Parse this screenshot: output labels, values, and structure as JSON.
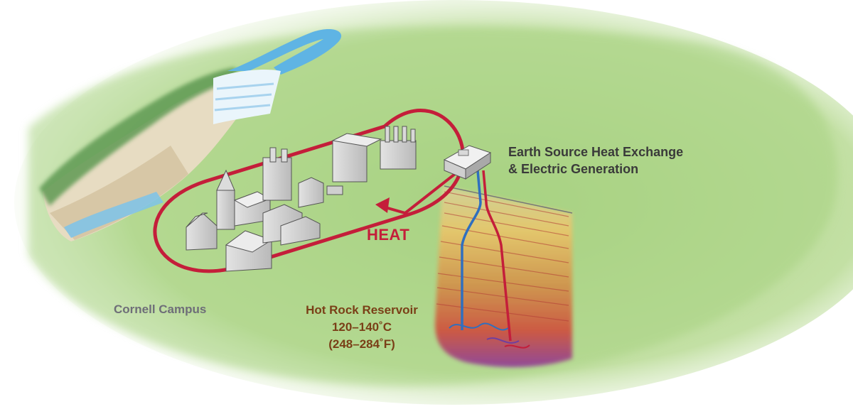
{
  "labels": {
    "exchange_line1": "Earth Source Heat Exchange",
    "exchange_line2": "& Electric Generation",
    "heat": "HEAT",
    "campus": "Cornell Campus",
    "reservoir_title": "Hot Rock Reservoir",
    "reservoir_celsius": "120–140˚C",
    "reservoir_fahrenheit": "(248–284˚F)"
  },
  "colors": {
    "loop_red": "#c41e3a",
    "hot_pipe": "#c41e3a",
    "cold_pipe": "#2f6fbf",
    "grass": "#a6d07e",
    "water": "#5fb4e4"
  },
  "icons": [
    "campus-building-icon",
    "heat-exchange-plant-icon",
    "flow-arrow-icon"
  ]
}
